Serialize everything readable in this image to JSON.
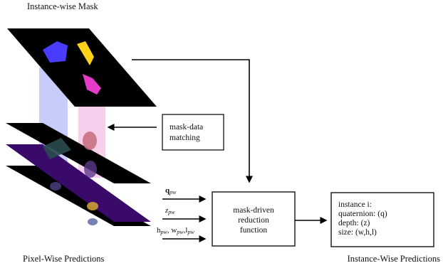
{
  "captions": {
    "instance_mask": "Instance-wise Mask",
    "pixel_wise": "Pixel-Wise Predictions",
    "instance_wise": "Instance-Wise Predictions"
  },
  "boxes": {
    "mask_data_matching": [
      "mask-data",
      "matching"
    ],
    "reduction": [
      "mask-driven",
      "reduction",
      "function"
    ],
    "output": [
      "instance i:",
      "quaternion: (q)",
      "depth: (z)",
      "size: (w,h,l)"
    ]
  },
  "inputs": {
    "q": {
      "main": "q",
      "sub": "pw"
    },
    "z": {
      "main": "z",
      "sub": "pw"
    },
    "hwl": {
      "parts": [
        "h",
        "pw",
        ", w",
        "pw",
        ",l",
        "pw"
      ]
    }
  },
  "colors": {
    "mask_blue": "#4a3cff",
    "mask_yellow": "#ffd21a",
    "mask_magenta": "#e43cc8",
    "layer_purple": "#3a0a6a",
    "beam_blue": "#b9bff7",
    "beam_pink": "#f7c6ea"
  }
}
